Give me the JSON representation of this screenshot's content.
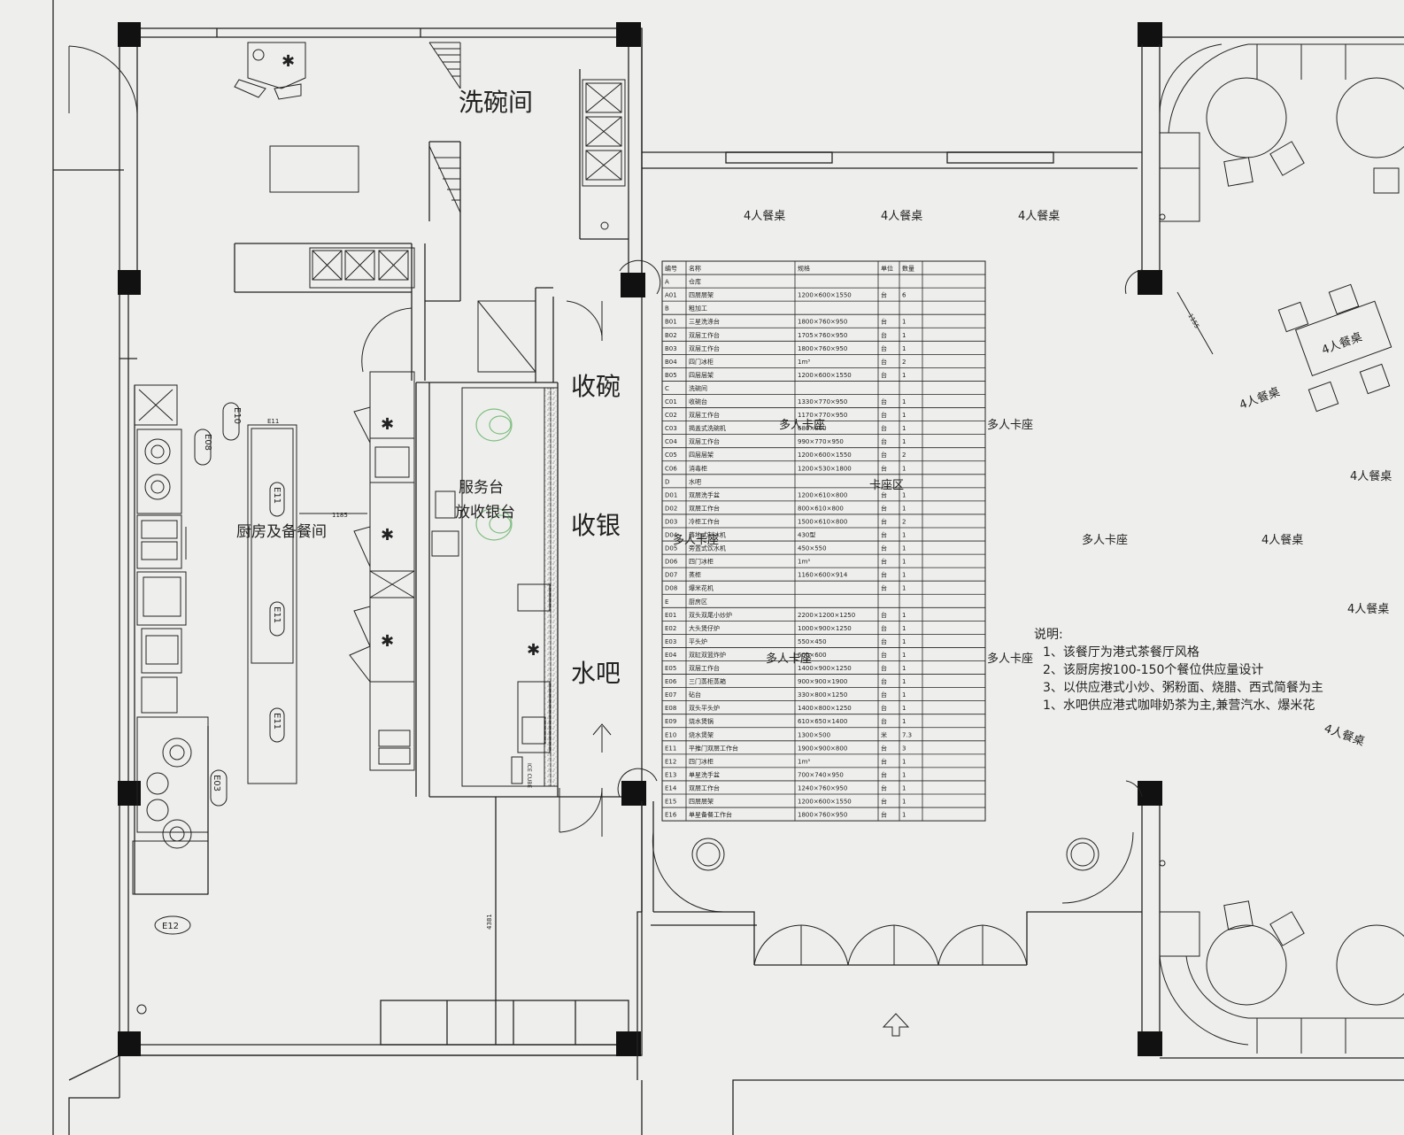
{
  "rooms": {
    "dishwash": "洗碗间",
    "collect": "收碗",
    "cashier": "收银",
    "waterbar": "水吧",
    "service": "服务台",
    "service2": "放收银台",
    "prep": "厨房及备餐间",
    "booth_zone": "卡座区"
  },
  "seating": {
    "t1": "4人餐桌",
    "t2": "4人餐桌",
    "t3": "4人餐桌",
    "t4": "4人餐桌",
    "t5": "4人餐桌",
    "t6": "4人餐桌",
    "t7": "4人餐桌",
    "t8": "4人餐桌",
    "t9": "4人餐桌",
    "b1": "多人卡座",
    "b2": "多人卡座",
    "b3": "多人卡座",
    "b4": "多人卡座",
    "b5": "多人卡座",
    "b6": "多人卡座"
  },
  "tags": {
    "e10": "E10",
    "e08": "E08",
    "e11a": "E11",
    "e11b": "E11",
    "e11c": "E11",
    "e03": "E03",
    "e12": "E12"
  },
  "dims": {
    "d1": "1155",
    "d2": "1185",
    "d3": "4381",
    "d4": "E11"
  },
  "equipment": {
    "ice": "ICE CUBE"
  },
  "notes": {
    "title": "说明:",
    "lines": [
      "1、该餐厅为港式茶餐厅风格",
      "2、该厨房按100-150个餐位供应量设计",
      "3、以供应港式小炒、粥粉面、烧腊、西式简餐为主",
      "1、水吧供应港式咖啡奶茶为主,兼营汽水、爆米花"
    ]
  },
  "schedule": {
    "headers": [
      "编号",
      "名称",
      "规格",
      "单位",
      "数量"
    ],
    "rows": [
      [
        "A",
        "仓库",
        "",
        "",
        ""
      ],
      [
        "A01",
        "四层层架",
        "1200×600×1550",
        "台",
        "6"
      ],
      [
        "B",
        "粗加工",
        "",
        "",
        ""
      ],
      [
        "B01",
        "三星洗涤台",
        "1800×760×950",
        "台",
        "1"
      ],
      [
        "B02",
        "双层工作台",
        "1705×760×950",
        "台",
        "1"
      ],
      [
        "B03",
        "双层工作台",
        "1800×760×950",
        "台",
        "1"
      ],
      [
        "B04",
        "四门冰柜",
        "1m³",
        "台",
        "2"
      ],
      [
        "B05",
        "四层层架",
        "1200×600×1550",
        "台",
        "1"
      ],
      [
        "C",
        "洗碗间",
        "",
        "",
        ""
      ],
      [
        "C01",
        "收碗台",
        "1330×770×950",
        "台",
        "1"
      ],
      [
        "C02",
        "双层工作台",
        "1170×770×950",
        "台",
        "1"
      ],
      [
        "C03",
        "揭盖式洗碗机",
        "680×800",
        "台",
        "1"
      ],
      [
        "C04",
        "双层工作台",
        "990×770×950",
        "台",
        "1"
      ],
      [
        "C05",
        "四层层架",
        "1200×600×1550",
        "台",
        "2"
      ],
      [
        "C06",
        "消毒柜",
        "1200×530×1800",
        "台",
        "1"
      ],
      [
        "D",
        "水吧",
        "",
        "",
        ""
      ],
      [
        "D01",
        "双层洗手盆",
        "1200×610×800",
        "台",
        "1"
      ],
      [
        "D02",
        "双层工作台",
        "800×610×800",
        "台",
        "1"
      ],
      [
        "D03",
        "冷柜工作台",
        "1500×610×800",
        "台",
        "2"
      ],
      [
        "D04",
        "落地式制冰机",
        "430型",
        "台",
        "1"
      ],
      [
        "D05",
        "旁置式饮水机",
        "450×550",
        "台",
        "1"
      ],
      [
        "D06",
        "四门冰柜",
        "1m³",
        "台",
        "1"
      ],
      [
        "D07",
        "蒸柜",
        "1160×600×914",
        "台",
        "1"
      ],
      [
        "D08",
        "爆米花机",
        "",
        "台",
        "1"
      ],
      [
        "E",
        "厨房区",
        "",
        "",
        ""
      ],
      [
        "E01",
        "双头双尾小炒炉",
        "2200×1200×1250",
        "台",
        "1"
      ],
      [
        "E02",
        "大头煲仔炉",
        "1000×900×1250",
        "台",
        "1"
      ],
      [
        "E03",
        "平头炉",
        "550×450",
        "台",
        "1"
      ],
      [
        "E04",
        "双缸双篮炸炉",
        "600×600",
        "台",
        "1"
      ],
      [
        "E05",
        "双层工作台",
        "1400×900×1250",
        "台",
        "1"
      ],
      [
        "E06",
        "三门蒸柜蒸箱",
        "900×900×1900",
        "台",
        "1"
      ],
      [
        "E07",
        "砧台",
        "330×800×1250",
        "台",
        "1"
      ],
      [
        "E08",
        "双头平头炉",
        "1400×800×1250",
        "台",
        "1"
      ],
      [
        "E09",
        "烧水煲锅",
        "610×650×1400",
        "台",
        "1"
      ],
      [
        "E10",
        "烧水煲架",
        "1300×500",
        "米",
        "7.3"
      ],
      [
        "E11",
        "平推门双层工作台",
        "1900×900×800",
        "台",
        "3"
      ],
      [
        "E12",
        "四门冰柜",
        "1m³",
        "台",
        "1"
      ],
      [
        "E13",
        "单星洗手盆",
        "700×740×950",
        "台",
        "1"
      ],
      [
        "E14",
        "双层工作台",
        "1240×760×950",
        "台",
        "1"
      ],
      [
        "E15",
        "四层层架",
        "1200×600×1550",
        "台",
        "1"
      ],
      [
        "E16",
        "单星备餐工作台",
        "1800×760×950",
        "台",
        "1"
      ]
    ]
  }
}
